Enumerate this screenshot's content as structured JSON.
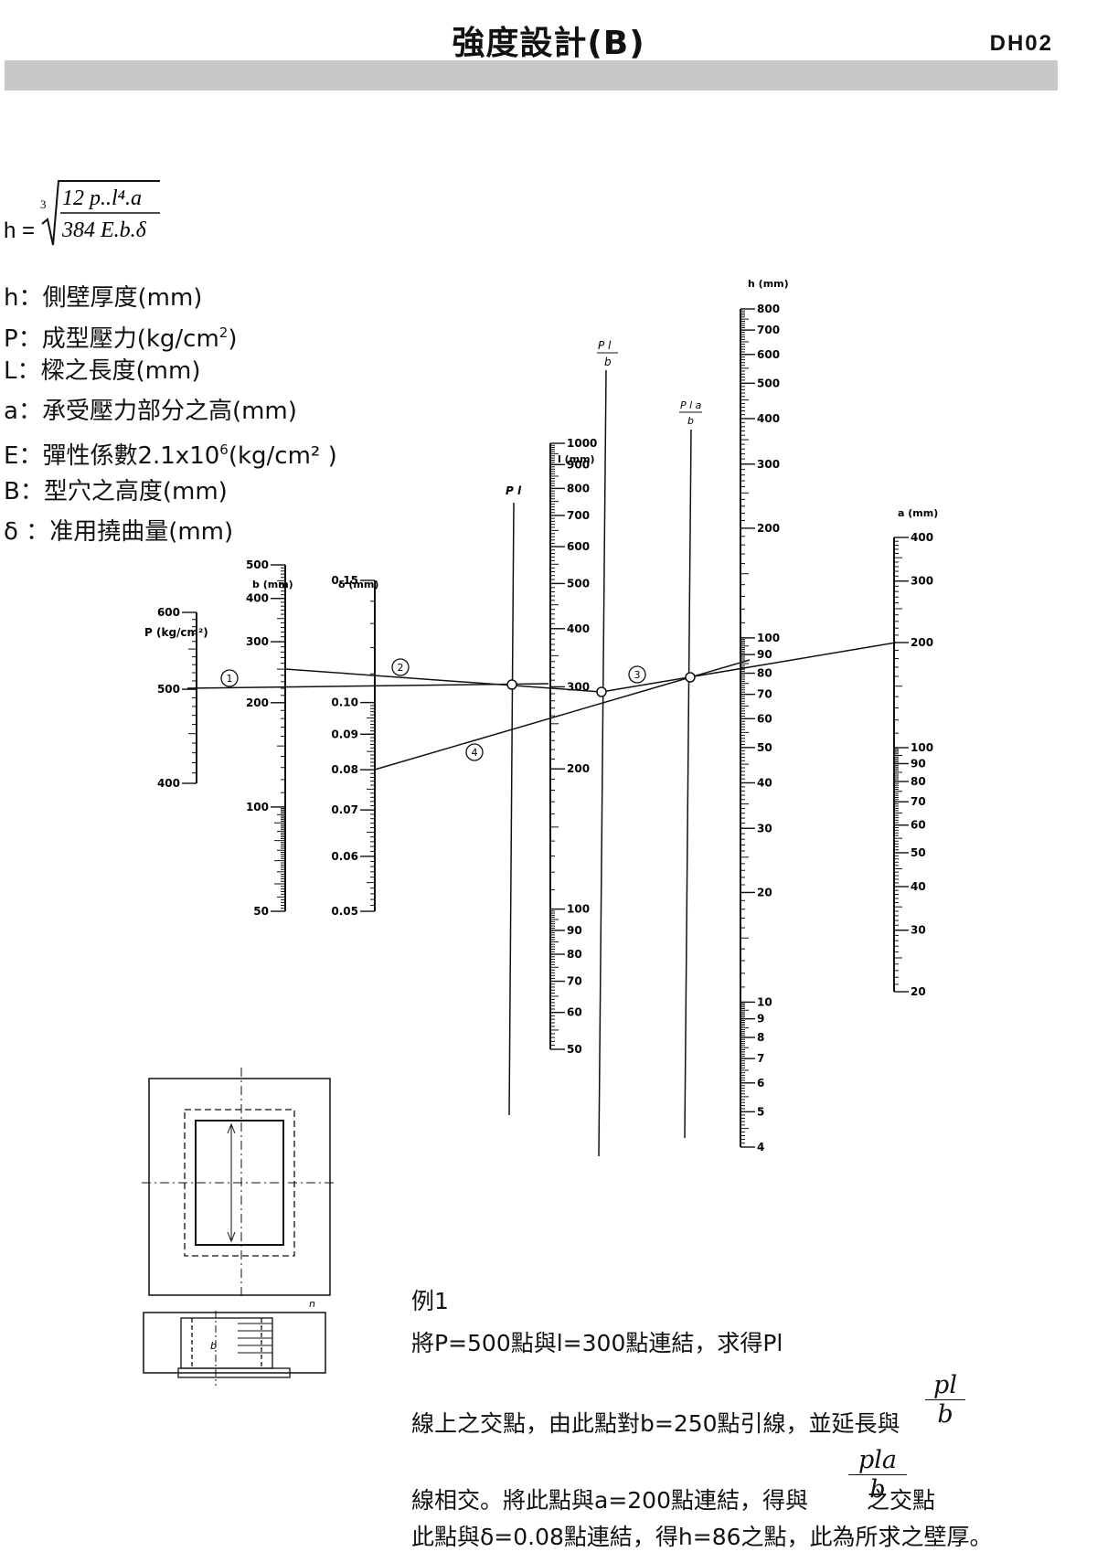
{
  "header": {
    "title": "強度設計(B)",
    "code": "DH02"
  },
  "formula": {
    "lhs": "h =",
    "root_index": "3",
    "numerator": "12 p..l⁴.a",
    "denominator": "384 E.b.δ"
  },
  "legend": [
    {
      "symbol": "h",
      "text": "側壁厚度(mm)"
    },
    {
      "symbol": "P",
      "text": "成型壓力(kg/cm",
      "sup": "2",
      "tail": ")"
    },
    {
      "symbol": "L",
      "text": "樑之長度(mm)"
    },
    {
      "symbol": "a",
      "text": "承受壓力部分之高(mm)"
    },
    {
      "symbol": "E",
      "text": "彈性係數2.1x10",
      "sup": "6",
      "tail": "(kg/cm² )"
    },
    {
      "symbol": "B",
      "text": "型穴之高度(mm)"
    },
    {
      "symbol": "δ",
      "text": "准用撓曲量(mm)"
    }
  ],
  "nomogram": {
    "scales": {
      "P": {
        "label": "P (kg/cm²)",
        "ticks": [
          "600",
          "500",
          "400"
        ]
      },
      "b": {
        "label": "b (mm)",
        "ticks": [
          "500",
          "400",
          "300",
          "200",
          "100",
          "50"
        ]
      },
      "delta": {
        "label": "δ (mm)",
        "ticks": [
          "0.15",
          "0.10",
          "0.09",
          "0.08",
          "0.07",
          "0.06",
          "0.05"
        ]
      },
      "Pl": {
        "label": "P l"
      },
      "l": {
        "label": "l (mm)",
        "ticks": [
          "1000",
          "900",
          "800",
          "700",
          "600",
          "500",
          "400",
          "300",
          "200",
          "100",
          "90",
          "80",
          "70",
          "60",
          "50"
        ]
      },
      "Pl_b": {
        "label_num": "P l",
        "label_den": "b"
      },
      "Pla_b": {
        "label_num": "P l a",
        "label_den": "b"
      },
      "h": {
        "label": "h (mm)",
        "ticks": [
          "800",
          "700",
          "600",
          "500",
          "400",
          "300",
          "200",
          "100",
          "90",
          "80",
          "70",
          "60",
          "50",
          "40",
          "30",
          "20",
          "10",
          "9",
          "8",
          "7",
          "6",
          "5",
          "4"
        ]
      },
      "a": {
        "label": "a (mm)",
        "ticks": [
          "400",
          "300",
          "200",
          "100",
          "90",
          "80",
          "70",
          "60",
          "50",
          "40",
          "30",
          "20"
        ]
      }
    },
    "step_markers": [
      "1",
      "2",
      "3",
      "4"
    ]
  },
  "cross_section": {
    "h_label": "h",
    "b_label": "b"
  },
  "example": {
    "title": "例1",
    "line1": "將P=500點與l=300點連結，求得Pl",
    "frac1_num": "pl",
    "frac1_den": "b",
    "line2": "線上之交點，由此點對b=250點引線，並延長與",
    "frac2_num": "pla",
    "frac2_den": "b",
    "line3": "線相交。將此點與a=200點連結，得與",
    "line3_tail": "之交點",
    "line4": "此點與δ=0.08點連結，得h=86之點，此為所求之壁厚。"
  }
}
